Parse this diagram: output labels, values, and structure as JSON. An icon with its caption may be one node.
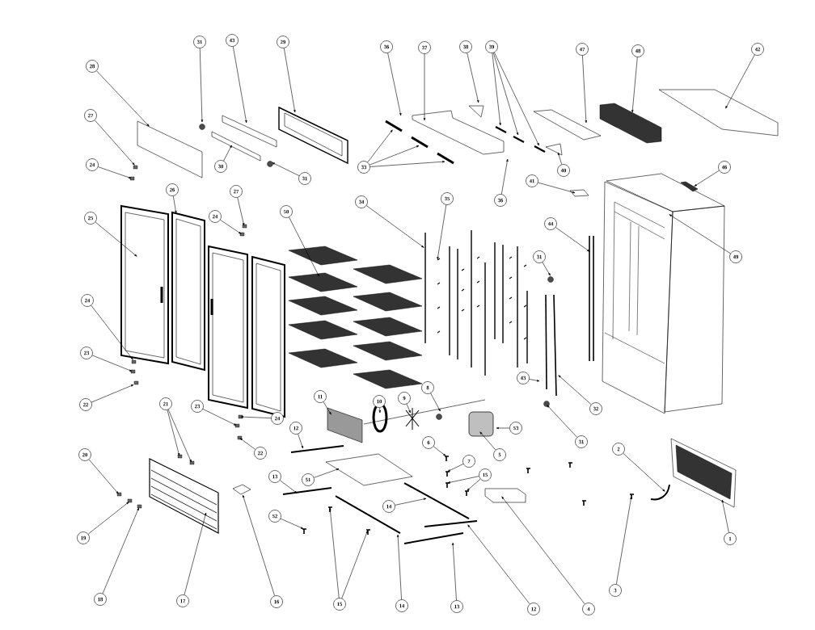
{
  "diagram": {
    "nodes": [
      {
        "text": [
          "31"
        ]
      },
      {
        "text": [
          "43"
        ]
      },
      {
        "text": [
          "29"
        ]
      },
      {
        "text": [
          "36"
        ]
      },
      {
        "text": [
          "37"
        ]
      },
      {
        "text": [
          "38"
        ]
      },
      {
        "text": [
          "39"
        ]
      },
      {
        "text": [
          "47"
        ]
      },
      {
        "text": [
          "48"
        ]
      },
      {
        "text": [
          "42"
        ]
      },
      {
        "text": [
          "28"
        ]
      },
      {
        "text": [
          "27"
        ]
      },
      {
        "text": [
          "24"
        ]
      },
      {
        "text": [
          "30"
        ]
      },
      {
        "text": [
          "33"
        ]
      },
      {
        "text": [
          "31"
        ]
      },
      {
        "text": [
          "40"
        ]
      },
      {
        "text": [
          "46"
        ]
      },
      {
        "text": [
          "41"
        ]
      },
      {
        "text": [
          "26"
        ]
      },
      {
        "text": [
          "27"
        ]
      },
      {
        "text": [
          "36"
        ]
      },
      {
        "text": [
          "35"
        ]
      },
      {
        "text": [
          "34"
        ]
      },
      {
        "text": [
          "50"
        ]
      },
      {
        "text": [
          "24"
        ]
      },
      {
        "text": [
          "25"
        ]
      },
      {
        "text": [
          "44"
        ]
      },
      {
        "text": [
          "31"
        ]
      },
      {
        "text": [
          "49"
        ]
      },
      {
        "text": [
          "24"
        ]
      },
      {
        "text": [
          "23"
        ]
      },
      {
        "text": [
          "43"
        ]
      },
      {
        "text": [
          "8"
        ]
      },
      {
        "text": [
          "11"
        ]
      },
      {
        "text": [
          "10"
        ]
      },
      {
        "text": [
          "9"
        ]
      },
      {
        "text": [
          "21"
        ]
      },
      {
        "text": [
          "22"
        ]
      },
      {
        "text": [
          "23"
        ]
      },
      {
        "text": [
          "32"
        ]
      },
      {
        "text": [
          "24"
        ]
      },
      {
        "text": [
          "53"
        ]
      },
      {
        "text": [
          "12"
        ]
      },
      {
        "text": [
          "6"
        ]
      },
      {
        "text": [
          "31"
        ]
      },
      {
        "text": [
          "22"
        ]
      },
      {
        "text": [
          "5"
        ]
      },
      {
        "text": [
          "2"
        ]
      },
      {
        "text": [
          "20"
        ]
      },
      {
        "text": [
          "7"
        ]
      },
      {
        "text": [
          "15"
        ]
      },
      {
        "text": [
          "13"
        ]
      },
      {
        "text": [
          "51"
        ]
      },
      {
        "text": [
          "14"
        ]
      },
      {
        "text": [
          "52"
        ]
      },
      {
        "text": [
          "19"
        ]
      },
      {
        "text": [
          "1"
        ]
      },
      {
        "text": [
          "3"
        ]
      },
      {
        "text": [
          "18"
        ]
      },
      {
        "text": [
          "17"
        ]
      },
      {
        "text": [
          "16"
        ]
      },
      {
        "text": [
          "15"
        ]
      },
      {
        "text": [
          "14"
        ]
      },
      {
        "text": [
          "13"
        ]
      },
      {
        "text": [
          "12"
        ]
      },
      {
        "text": [
          "4"
        ]
      }
    ],
    "edges": [
      {
        "from": 0,
        "to": null,
        "arrow": "to"
      },
      {
        "from": 1,
        "to": null,
        "arrow": "to"
      },
      {
        "from": 2,
        "to": null,
        "arrow": "to"
      },
      {
        "from": 3,
        "to": null,
        "arrow": "to"
      },
      {
        "from": 4,
        "to": null,
        "arrow": "to"
      },
      {
        "from": 5,
        "to": null,
        "arrow": "to"
      },
      {
        "from": 6,
        "to": null,
        "arrow": "to"
      },
      {
        "from": 6,
        "to": null,
        "arrow": "to"
      },
      {
        "from": 6,
        "to": null,
        "arrow": "to"
      },
      {
        "from": 7,
        "to": null,
        "arrow": "to"
      },
      {
        "from": 8,
        "to": null,
        "arrow": "to"
      },
      {
        "from": 9,
        "to": null,
        "arrow": "to"
      },
      {
        "from": 10,
        "to": null,
        "arrow": "to"
      },
      {
        "from": 11,
        "to": null,
        "arrow": "to"
      },
      {
        "from": 12,
        "to": null,
        "arrow": "to"
      },
      {
        "from": 13,
        "to": null,
        "arrow": "to"
      },
      {
        "from": 14,
        "to": null,
        "arrow": "to"
      },
      {
        "from": 14,
        "to": null,
        "arrow": "to"
      },
      {
        "from": 14,
        "to": null,
        "arrow": "to"
      },
      {
        "from": 15,
        "to": null,
        "arrow": "to"
      },
      {
        "from": 16,
        "to": null,
        "arrow": "to"
      },
      {
        "from": 17,
        "to": null,
        "arrow": "to"
      },
      {
        "from": 18,
        "to": null,
        "arrow": "to"
      },
      {
        "from": 19,
        "to": null,
        "arrow": "to"
      },
      {
        "from": 20,
        "to": null,
        "arrow": "to"
      },
      {
        "from": 21,
        "to": null,
        "arrow": "to"
      },
      {
        "from": 22,
        "to": null,
        "arrow": "to"
      },
      {
        "from": 23,
        "to": null,
        "arrow": "to"
      },
      {
        "from": 24,
        "to": null,
        "arrow": "to"
      },
      {
        "from": 25,
        "to": null,
        "arrow": "to"
      },
      {
        "from": 26,
        "to": null,
        "arrow": "to"
      },
      {
        "from": 27,
        "to": null,
        "arrow": "to"
      },
      {
        "from": 28,
        "to": null,
        "arrow": "to"
      },
      {
        "from": 29,
        "to": null,
        "arrow": "to"
      },
      {
        "from": 30,
        "to": null,
        "arrow": "to"
      },
      {
        "from": 31,
        "to": null,
        "arrow": "to"
      },
      {
        "from": 32,
        "to": null,
        "arrow": "to"
      },
      {
        "from": 33,
        "to": null,
        "arrow": "to"
      },
      {
        "from": 34,
        "to": null,
        "arrow": "to"
      },
      {
        "from": 35,
        "to": null,
        "arrow": "to"
      },
      {
        "from": 36,
        "to": null,
        "arrow": "to"
      },
      {
        "from": 37,
        "to": null,
        "arrow": "to"
      },
      {
        "from": 37,
        "to": null,
        "arrow": "to"
      },
      {
        "from": 38,
        "to": null,
        "arrow": "to"
      },
      {
        "from": 39,
        "to": null,
        "arrow": "to"
      },
      {
        "from": 40,
        "to": null,
        "arrow": "to"
      },
      {
        "from": 41,
        "to": null,
        "arrow": "to"
      },
      {
        "from": 42,
        "to": null,
        "arrow": "to"
      },
      {
        "from": 43,
        "to": null,
        "arrow": "to"
      },
      {
        "from": 44,
        "to": null,
        "arrow": "to"
      },
      {
        "from": 45,
        "to": null,
        "arrow": "to"
      },
      {
        "from": 46,
        "to": null,
        "arrow": "to"
      },
      {
        "from": 47,
        "to": null,
        "arrow": "to"
      },
      {
        "from": 48,
        "to": null,
        "arrow": "to"
      },
      {
        "from": 49,
        "to": null,
        "arrow": "to"
      },
      {
        "from": 50,
        "to": null,
        "arrow": "to"
      },
      {
        "from": 51,
        "to": null,
        "arrow": "to"
      },
      {
        "from": 51,
        "to": null,
        "arrow": "to"
      },
      {
        "from": 52,
        "to": null,
        "arrow": "to"
      },
      {
        "from": 53,
        "to": null,
        "arrow": "to"
      },
      {
        "from": 54,
        "to": null,
        "arrow": "to"
      },
      {
        "from": 55,
        "to": null,
        "arrow": "to"
      },
      {
        "from": 56,
        "to": null,
        "arrow": "to"
      },
      {
        "from": 57,
        "to": null,
        "arrow": "to"
      },
      {
        "from": 58,
        "to": null,
        "arrow": "to"
      },
      {
        "from": 59,
        "to": null,
        "arrow": "to"
      },
      {
        "from": 60,
        "to": null,
        "arrow": "to"
      },
      {
        "from": 61,
        "to": null,
        "arrow": "to"
      },
      {
        "from": 62,
        "to": null,
        "arrow": "to"
      },
      {
        "from": 62,
        "to": null,
        "arrow": "to"
      },
      {
        "from": 63,
        "to": null,
        "arrow": "to"
      },
      {
        "from": 64,
        "to": null,
        "arrow": "to"
      },
      {
        "from": 65,
        "to": null,
        "arrow": "to"
      },
      {
        "from": 66,
        "to": null,
        "arrow": "to"
      }
    ]
  }
}
